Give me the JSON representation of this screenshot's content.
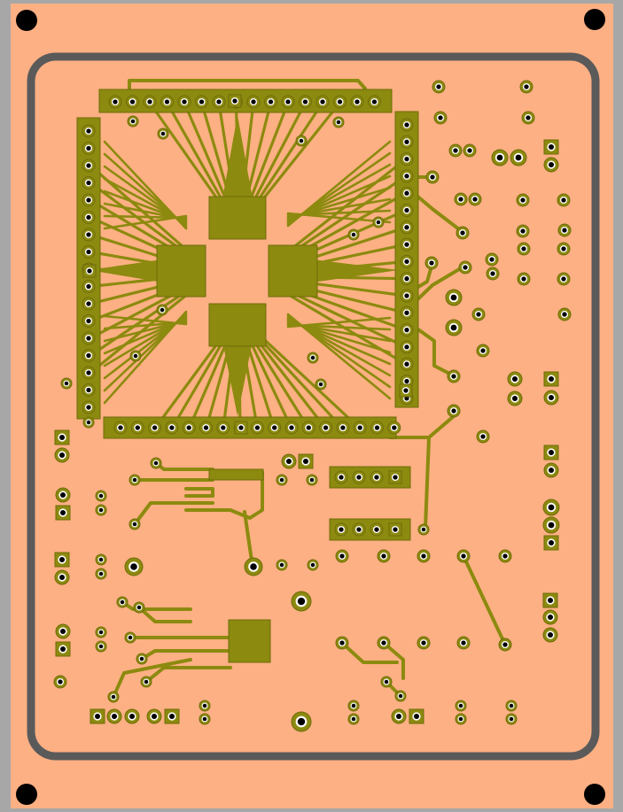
{
  "title": "",
  "colors": {
    "background": "#a7a7a7",
    "board": "#fdb083",
    "outline": "#5a5a5a",
    "copper": "#8c8a0f",
    "copper_edge": "#6e6c0a",
    "pad": "#ffffff",
    "drill": "#000000"
  },
  "layer": "bottom-copper",
  "mounting_holes": 4,
  "components": {
    "qfp_adapter": {
      "top_header_pins": 16,
      "bottom_header_pins": 17,
      "left_header_pins": 17,
      "right_header_pins": 17
    },
    "sip_header_4pin_count": 2
  }
}
